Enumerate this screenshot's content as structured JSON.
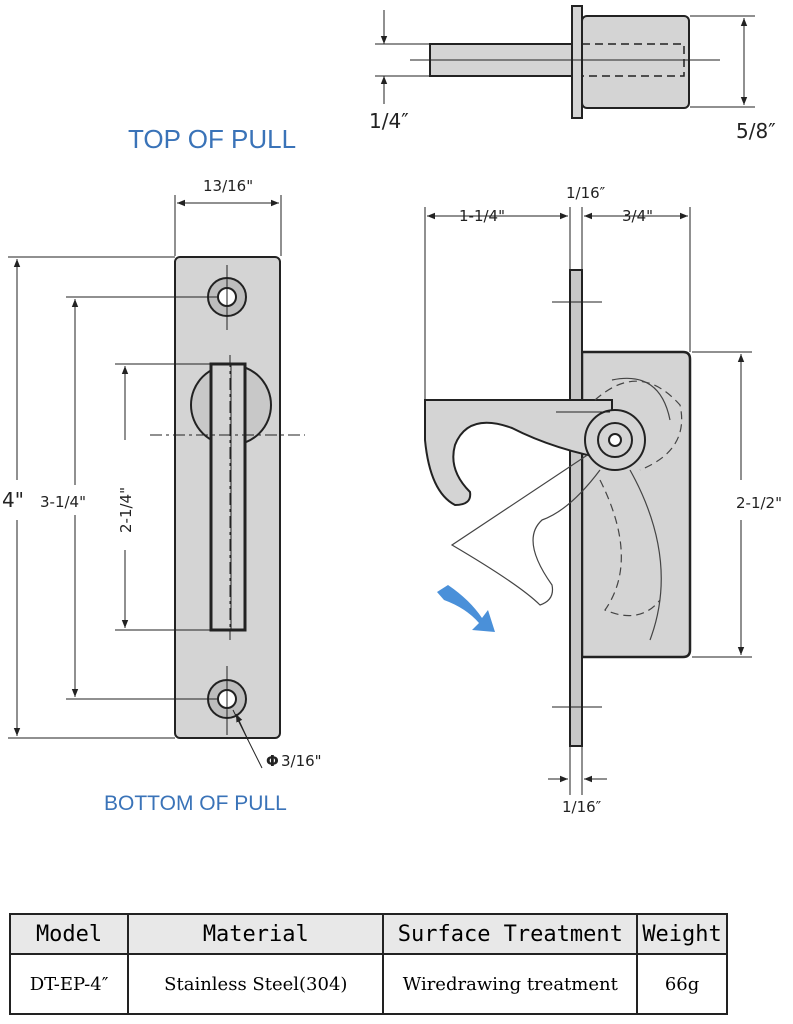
{
  "captions": {
    "top_of_pull": "TOP OF PULL",
    "bottom_of_pull": "BOTTOM OF PULL"
  },
  "dimensions": {
    "pin_dia": "1/4″",
    "body_height_top": "5/8″",
    "plate_width": "13/16\"",
    "overall_length": "4\"",
    "hole_spacing": "3-1/4\"",
    "slot_length": "2-1/4\"",
    "hole_dia": "3/16\"",
    "hook_reach": "1-1/4\"",
    "plate_thickness_top": "1/16″",
    "body_depth": "3/4\"",
    "body_height": "2-1/2\"",
    "plate_thickness_bottom": "1/16″"
  },
  "symbols": {
    "diameter": "Φ"
  },
  "spec_table": {
    "headers": [
      "Model",
      "Material",
      "Surface Treatment",
      "Weight"
    ],
    "row": [
      "DT-EP-4″",
      "Stainless Steel(304)",
      "Wiredrawing treatment",
      "66g"
    ]
  },
  "colors": {
    "caption": "#3a73b8",
    "part_fill": "#d4d4d4",
    "arrow": "#4a90d9"
  }
}
